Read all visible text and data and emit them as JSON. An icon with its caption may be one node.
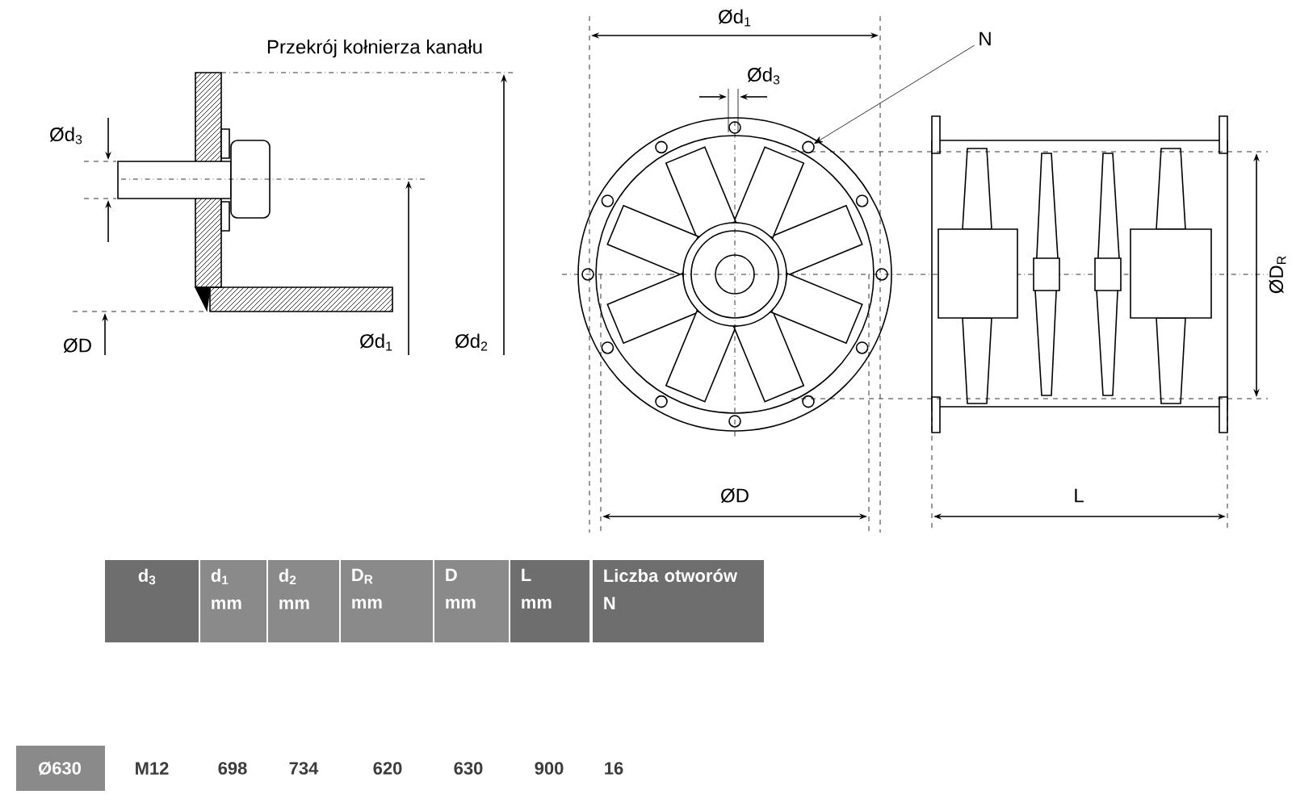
{
  "diagram": {
    "nodes": [
      {
        "text": [
          "N"
        ]
      },
      {
        "text": [],
        "shape": "circle"
      }
    ],
    "edges": [
      {
        "from": 0,
        "to": 1,
        "arrow": "to"
      }
    ],
    "labels": [
      "Przekrój kołnierza kanału",
      "Ød$_{3}$",
      "ØD",
      "Ød$_{1}$",
      "Ød$_{2}$",
      "Ød$_{1}$",
      "Ød$_{3}$",
      "ØD$_{R}$",
      "ØD",
      "L",
      "d$_{3}$",
      "d$_{1}$ mm",
      "d$_{2}$ mm",
      "D$_{R}$ mm",
      "D mm",
      "L mm",
      "Liczba otworów N",
      "Ø630",
      "M12",
      "698",
      "734",
      "620",
      "630",
      "900",
      "16"
    ]
  }
}
